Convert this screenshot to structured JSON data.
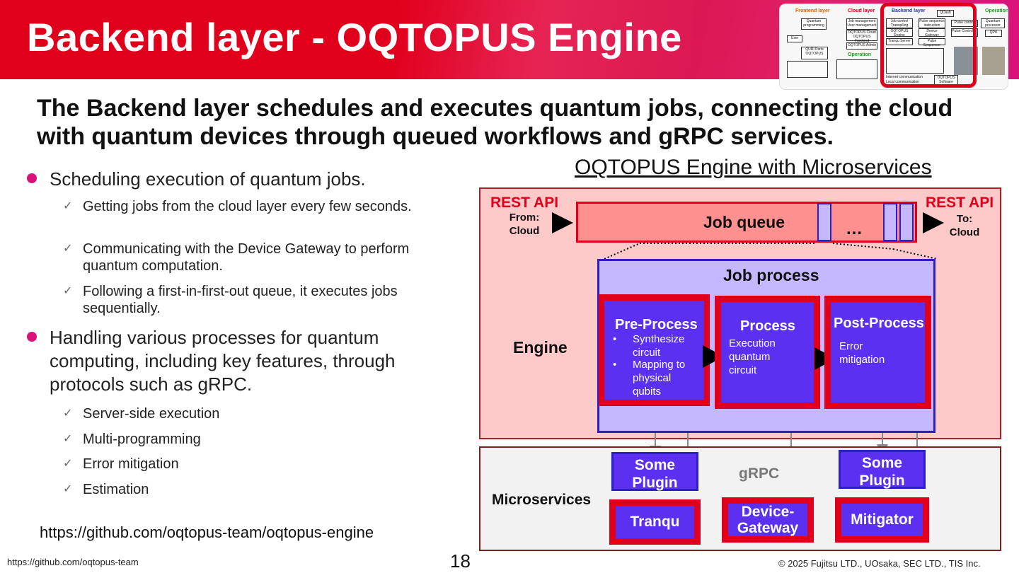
{
  "header": {
    "title": "Backend layer - OQTOPUS Engine",
    "colors": {
      "brand_red": "#e1001c",
      "brand_magenta": "#d9127a"
    }
  },
  "thumbnail": {
    "frontend_layer": "Frontend layer",
    "cloud_layer": "Cloud layer",
    "backend_layer": "Backend layer",
    "operation": "Operation",
    "quantum_programming": "Quantum programming",
    "user": "User",
    "quri_parts": "QURI Parts OQTOPUS",
    "job_management": "Job management User management",
    "oqtopus_cloud": "OQTOPUS Cloud OQTOPUS Frontend",
    "oqtopus_admin": "OQTOPUS Admin",
    "job_control": "Job control Transpiling",
    "oqtopus_engine": "OQTOPUS Engine",
    "tranqu_server": "Tranqu Server",
    "pulse_seq": "Pulse sequence instruction",
    "device_gateway": "Device Gateway",
    "pulse_sequencer": "Pulse Sequencer",
    "pulse_control": "Pulse control",
    "pulse_controller": "Pulse Controller",
    "quantum_processor": "Quantum processor",
    "qpu": "QPU",
    "qdash": "QDash",
    "internet_comm": "Internet communication",
    "local_comm": "Local communication",
    "oqtopus_software": "OQTOPUS Software"
  },
  "subtitle": "The Backend layer schedules and executes quantum jobs, connecting the cloud with quantum devices through queued workflows and gRPC services.",
  "bullets": [
    {
      "text": "Scheduling execution of quantum jobs.",
      "subs": [
        "Getting jobs from the cloud layer every few seconds.",
        "Communicating with the Device Gateway to perform quantum computation.",
        "Following a first-in-first-out queue, it executes jobs sequentially."
      ]
    },
    {
      "text": "Handling various processes for quantum computing, including key features, through protocols such as gRPC.",
      "subs": [
        "Server-side execution",
        "Multi-programming",
        "Error mitigation",
        "Estimation"
      ]
    }
  ],
  "check_glyph": "✓",
  "repo_link": "https://github.com/oqtopus-team/oqtopus-engine",
  "footer": {
    "left": "https://github.com/oqtopus-team",
    "page": "18",
    "copyright": "© 2025 Fujitsu LTD., UOsaka, SEC LTD., TIS Inc."
  },
  "diagram": {
    "title": "OQTOPUS Engine with Microservices",
    "rest_api_in": "REST API",
    "from_label": "From:",
    "from_value": "Cloud",
    "rest_api_out": "REST API",
    "to_label": "To:",
    "to_value": "Cloud",
    "job_queue": "Job queue",
    "ellipsis": "…",
    "job_process": "Job process",
    "engine": "Engine",
    "pre_process": {
      "title": "Pre-Process",
      "items": [
        "Synthesize circuit",
        "Mapping to physical qubits"
      ]
    },
    "process": {
      "title": "Process",
      "text": "Execution quantum circuit"
    },
    "post_process": {
      "title": "Post-Process",
      "text": "Error mitigation"
    },
    "plugin_left": "Some Plugin",
    "plugin_right": "Some Plugin",
    "grpc": "gRPC",
    "microservices": "Microservices",
    "tranqu": "Tranqu",
    "device_gateway": "Device-Gateway",
    "mitigator": "Mitigator",
    "colors": {
      "engine_bg": "#fdc9c9",
      "queue_bg": "#ff9090",
      "process_bg": "#c5b8ff",
      "service_fill": "#5b30f0",
      "service_border": "#e1001c"
    }
  }
}
